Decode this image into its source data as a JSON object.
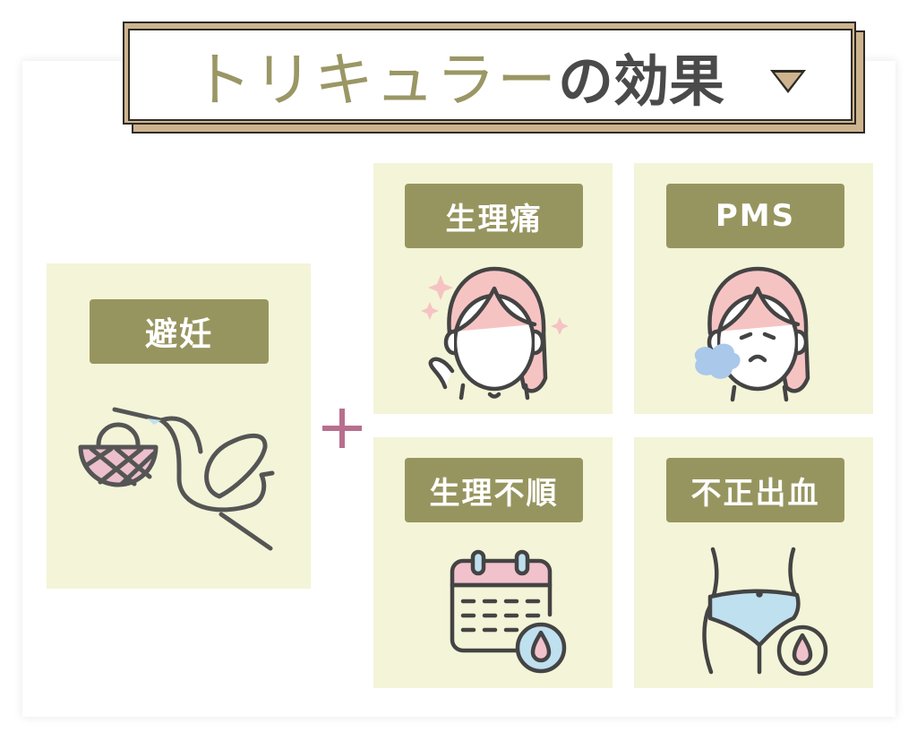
{
  "header": {
    "title_main": "トリキュラー",
    "title_sub": "の効果",
    "toggle_icon": "triangle-down-icon"
  },
  "colors": {
    "title_olive": "#9a9765",
    "title_dark": "#4a4a4a",
    "frame_tan": "#cdb48e",
    "frame_outline": "#2e2a25",
    "panel_bg": "#f4f4d8",
    "badge_bg": "#97955f",
    "plus_pink": "#b86f8e",
    "hair_pink": "#f6c3c3",
    "accent_blue": "#bfe0ef"
  },
  "main_effect": {
    "label": "避妊",
    "icon": "stork-with-basket-icon"
  },
  "connector": {
    "symbol": "plus-icon"
  },
  "side_effects": [
    {
      "label": "生理痛",
      "icon": "relieved-woman-icon"
    },
    {
      "label": "PMS",
      "icon": "sighing-woman-icon"
    },
    {
      "label": "生理不順",
      "icon": "calendar-drop-icon"
    },
    {
      "label": "不正出血",
      "icon": "underwear-drop-icon"
    }
  ]
}
